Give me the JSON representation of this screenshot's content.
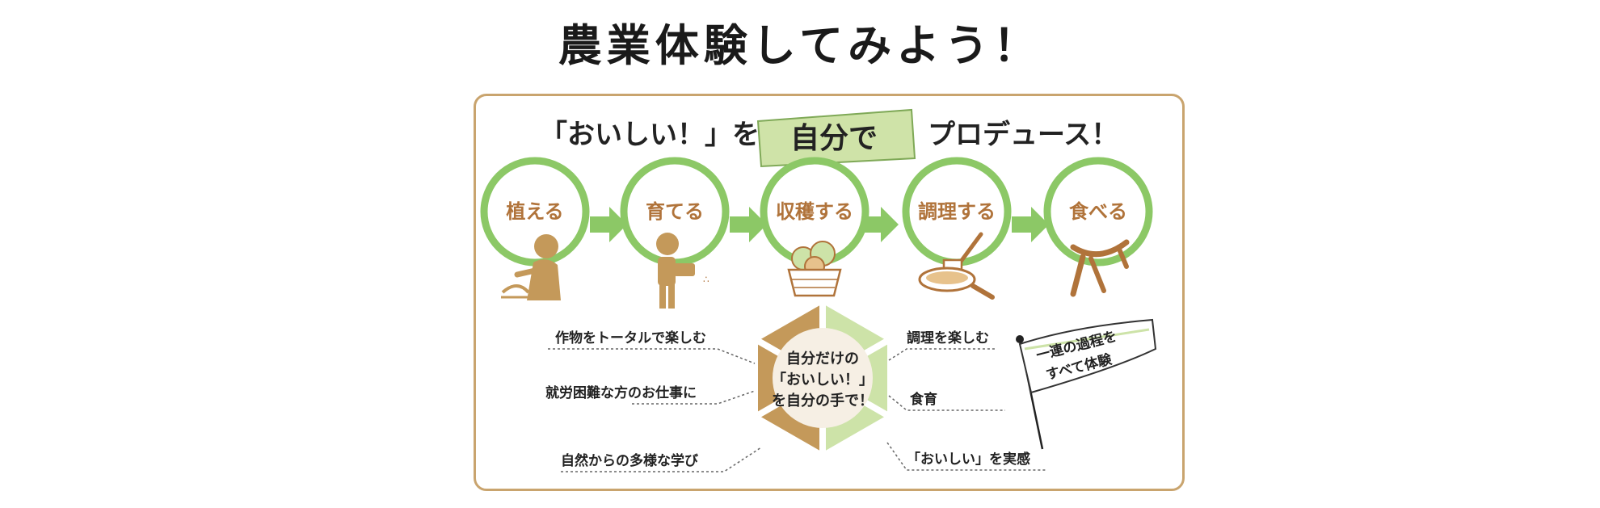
{
  "title": "農業体験してみよう！",
  "headline": {
    "left": "「おいしい！」を",
    "highlight": "自分で",
    "right": "プロデュース！"
  },
  "steps": [
    {
      "label": "植える",
      "icon": "planting-person-icon"
    },
    {
      "label": "育てる",
      "icon": "watering-person-icon"
    },
    {
      "label": "収穫する",
      "icon": "harvest-basket-icon"
    },
    {
      "label": "調理する",
      "icon": "cooking-pan-icon"
    },
    {
      "label": "食べる",
      "icon": "chopsticks-bowl-icon"
    }
  ],
  "hub": {
    "line1": "自分だけの",
    "line2": "「おいしい！」",
    "line3": "を自分の手で！"
  },
  "benefits_left": [
    "作物をトータルで楽しむ",
    "就労困難な方のお仕事に",
    "自然からの多様な学び"
  ],
  "benefits_right": [
    "調理を楽しむ",
    "食育",
    "「おいしい」を実感"
  ],
  "flag": {
    "line1": "一連の過程を",
    "line2": "すべて体験"
  },
  "colors": {
    "green": "#8cc866",
    "tan": "#c4995a",
    "brown": "#b0733a",
    "frame": "#c9a46e",
    "highlight": "#cfe3a8",
    "light_green": "#cde3a8"
  }
}
